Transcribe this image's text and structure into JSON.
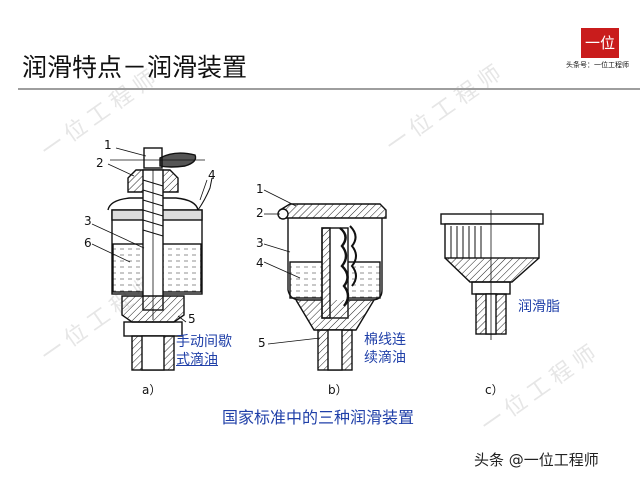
{
  "slide": {
    "title": "润滑特点－润滑装置",
    "logo": {
      "mark": "一位",
      "subtitle": "头条号：一位工程师",
      "brand_color": "#c91c1c"
    },
    "watermark": "一位工程师",
    "footer": "头条 @一位工程师"
  },
  "diagram": {
    "devices": [
      {
        "id": "a",
        "sublabel": "a）",
        "caption_lines": [
          "手动间歇",
          "式滴油"
        ],
        "caption_color": "#1f3fa8",
        "part_numbers": [
          "1",
          "2",
          "3",
          "4",
          "5",
          "6"
        ]
      },
      {
        "id": "b",
        "sublabel": "b）",
        "caption_lines": [
          "棉线连",
          "续滴油"
        ],
        "caption_color": "#1f3fa8",
        "part_numbers": [
          "1",
          "2",
          "3",
          "4",
          "5"
        ]
      },
      {
        "id": "c",
        "sublabel": "c）",
        "caption_lines": [
          "润滑脂"
        ],
        "caption_color": "#1f3fa8",
        "part_numbers": []
      }
    ],
    "bottom_caption": "国家标准中的三种润滑装置"
  }
}
